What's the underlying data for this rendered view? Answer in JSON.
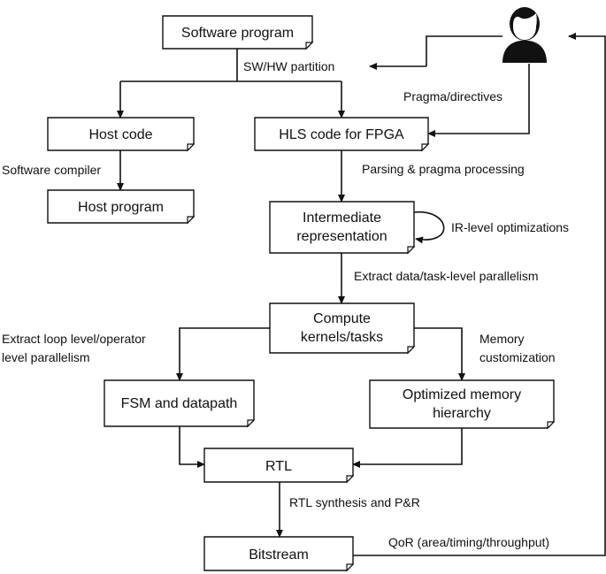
{
  "nodes": {
    "software_program": "Software program",
    "host_code": "Host code",
    "hls_code": "HLS code for FPGA",
    "host_program": "Host program",
    "ir_line1": "Intermediate",
    "ir_line2": "representation",
    "compute_line1": "Compute",
    "compute_line2": "kernels/tasks",
    "fsm": "FSM and datapath",
    "memory_line1": "Optimized memory",
    "memory_line2": "hierarchy",
    "rtl": "RTL",
    "bitstream": "Bitstream"
  },
  "labels": {
    "sw_hw_partition": "SW/HW partition",
    "pragma_directives": "Pragma/directives",
    "software_compiler": "Software compiler",
    "parsing_pragma": "Parsing & pragma processing",
    "ir_optimizations": "IR-level optimizations",
    "extract_data_task": "Extract data/task-level parallelism",
    "extract_loop_line1": "Extract loop level/operator",
    "extract_loop_line2": "level parallelism",
    "memory_customization_line1": "Memory",
    "memory_customization_line2": "customization",
    "rtl_synthesis": "RTL synthesis and P&R",
    "qor": "QoR (area/timing/throughput)"
  },
  "icons": {
    "user": "user-icon"
  },
  "colors": {
    "stroke": "#111111",
    "fill": "#ffffff"
  }
}
